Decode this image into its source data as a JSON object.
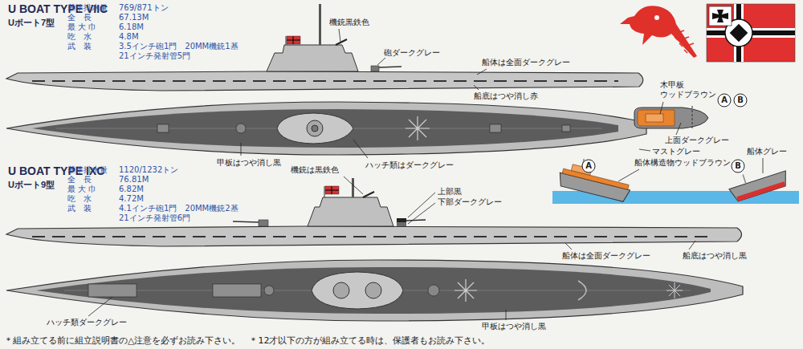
{
  "diagram": {
    "labels": [
      "U BOAT TYPE VIIC",
      "Uボート7型",
      "基準排水量",
      "769/871トン",
      "全　長",
      "67.13M",
      "最 大 巾",
      "6.18M",
      "吃　水",
      "4.8M",
      "武　装",
      "3.5インチ砲1門　20MM機銃1基",
      "21インチ発射管5門",
      "機銃黒鉄色",
      "砲ダークグレー",
      "船体は全面ダークグレー",
      "船底はつや消し赤",
      "甲板はつや消し黒",
      "ハッチ類はダークグレー",
      "木甲板 ウッドブラウン",
      "A",
      "B",
      "上面ダークグレー",
      "マストグレー",
      "船体構造物ウッドブラウン",
      "船体グレー",
      "A",
      "B",
      "U BOAT TYPE IXC",
      "Uボート9型",
      "基準排水量",
      "1120/1232トン",
      "全　長",
      "76.81M",
      "最 大 巾",
      "6.82M",
      "吃　水",
      "4.72M",
      "武　装",
      "4.1インチ砲1門　20MM機銃2基",
      "21インチ発射管6門",
      "機銃は黒鉄色",
      "上部黒",
      "下部ダークグレー",
      "船体は全面ダークグレー",
      "船底はつや消し黒",
      "ハッチ類ダークグレー",
      "甲板はつや消し黒",
      "＊組み立てる前に組立説明書の△注意を必ずお読み下さい。　＊12才以下の方が組み立てる時は、保護者もお読み下さい。"
    ]
  }
}
